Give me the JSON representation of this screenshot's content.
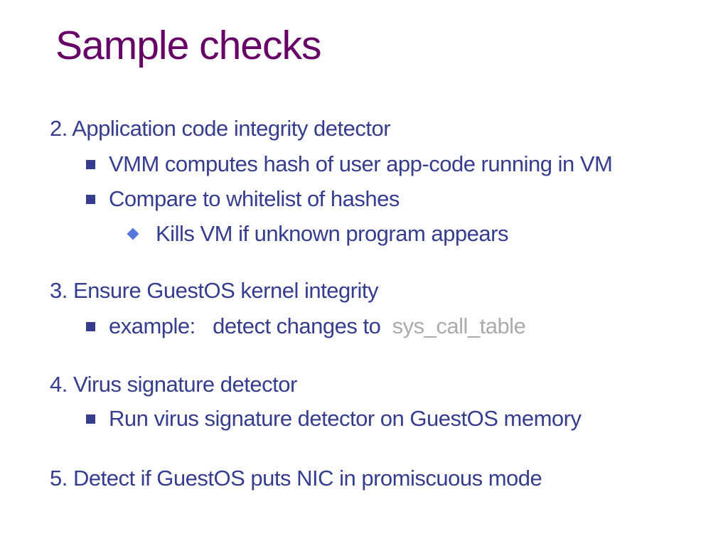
{
  "slide": {
    "title": "Sample checks",
    "colors": {
      "title": "#670066",
      "body": "#363C8E",
      "diamond_bullet": "#5577DD",
      "muted_code": "#ABABAB",
      "background": "#FFFFFF"
    },
    "items": [
      {
        "level": "number",
        "text": "2. Application code integrity detector"
      },
      {
        "level": "square",
        "text": "VMM computes hash of user app-code running in VM"
      },
      {
        "level": "square",
        "text": "Compare to whitelist of hashes"
      },
      {
        "level": "diamond",
        "text": "Kills VM if unknown program appears"
      },
      {
        "level": "number",
        "text": "3. Ensure GuestOS kernel integrity"
      },
      {
        "level": "square",
        "text_main": "example:   detect changes to  ",
        "text_muted": "sys_call_table"
      },
      {
        "level": "number",
        "text": "4. Virus signature detector"
      },
      {
        "level": "square",
        "text": "Run virus signature detector on GuestOS memory"
      },
      {
        "level": "number",
        "text": "5. Detect if GuestOS puts NIC in promiscuous mode"
      }
    ]
  }
}
